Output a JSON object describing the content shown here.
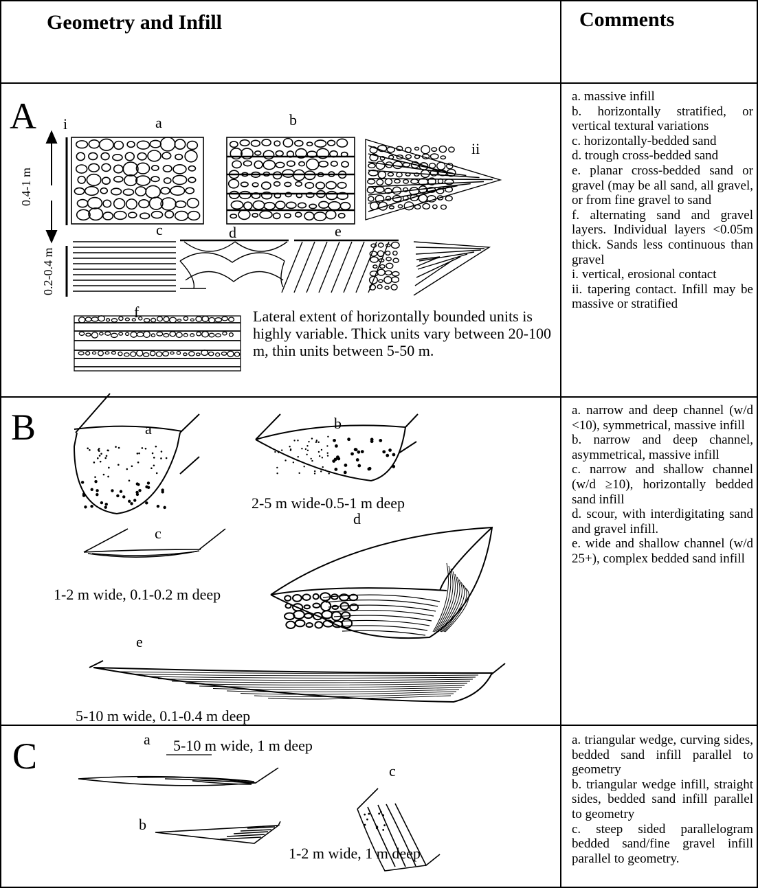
{
  "header": {
    "col1": "Geometry and Infill",
    "col2": "Comments"
  },
  "A": {
    "label": "A",
    "marks": {
      "i": "i",
      "ii": "ii",
      "a": "a",
      "b": "b",
      "c": "c",
      "d": "d",
      "e": "e",
      "f": "f"
    },
    "scale_thick": "0.4-1 m",
    "scale_thin": "0.2-0.4 m",
    "lateral_text": "Lateral extent of horizontally bounded units is highly variable. Thick units vary between 20-100 m, thin units between 5-50 m.",
    "comments": [
      "a. massive infill",
      "b. horizontally stratified, or vertical textural variations",
      "c. horizontally-bedded sand",
      "d. trough cross-bedded sand",
      "e. planar cross-bedded sand or gravel (may be all sand, all gravel, or from fine gravel to sand",
      "f. alternating sand and gravel layers. Individual layers <0.05m thick. Sands less continuous than gravel",
      "i. vertical, erosional contact",
      "ii. tapering contact. Infill may be massive or stratified"
    ]
  },
  "B": {
    "label": "B",
    "marks": {
      "a": "a",
      "b": "b",
      "c": "c",
      "d": "d",
      "e": "e"
    },
    "dim_b": "2-5 m wide-0.5-1 m deep",
    "dim_c": "1-2 m wide, 0.1-0.2 m deep",
    "dim_e": "5-10 m wide, 0.1-0.4 m deep",
    "comments": [
      "a. narrow and deep channel (w/d <10), symmetrical, massive infill",
      "b. narrow and deep channel, asymmetrical, massive infill",
      "c. narrow and shallow channel (w/d ≥10), horizontally bedded sand infill",
      "d. scour, with interdigitating sand and gravel infill.",
      "e. wide and shallow channel (w/d 25+), complex bedded sand infill"
    ]
  },
  "C": {
    "label": "C",
    "marks": {
      "a": "a",
      "b": "b",
      "c": "c"
    },
    "dim_a": "5-10 m wide, 1 m deep",
    "dim_b": "1-2 m wide, 1 m deep",
    "comments": [
      "a. triangular wedge, curving sides, bedded sand infill parallel to geometry",
      "b. triangular wedge infill, straight sides, bedded sand infill parallel to geometry",
      "c. steep sided parallelogram bedded sand/fine gravel infill parallel to geometry."
    ]
  }
}
